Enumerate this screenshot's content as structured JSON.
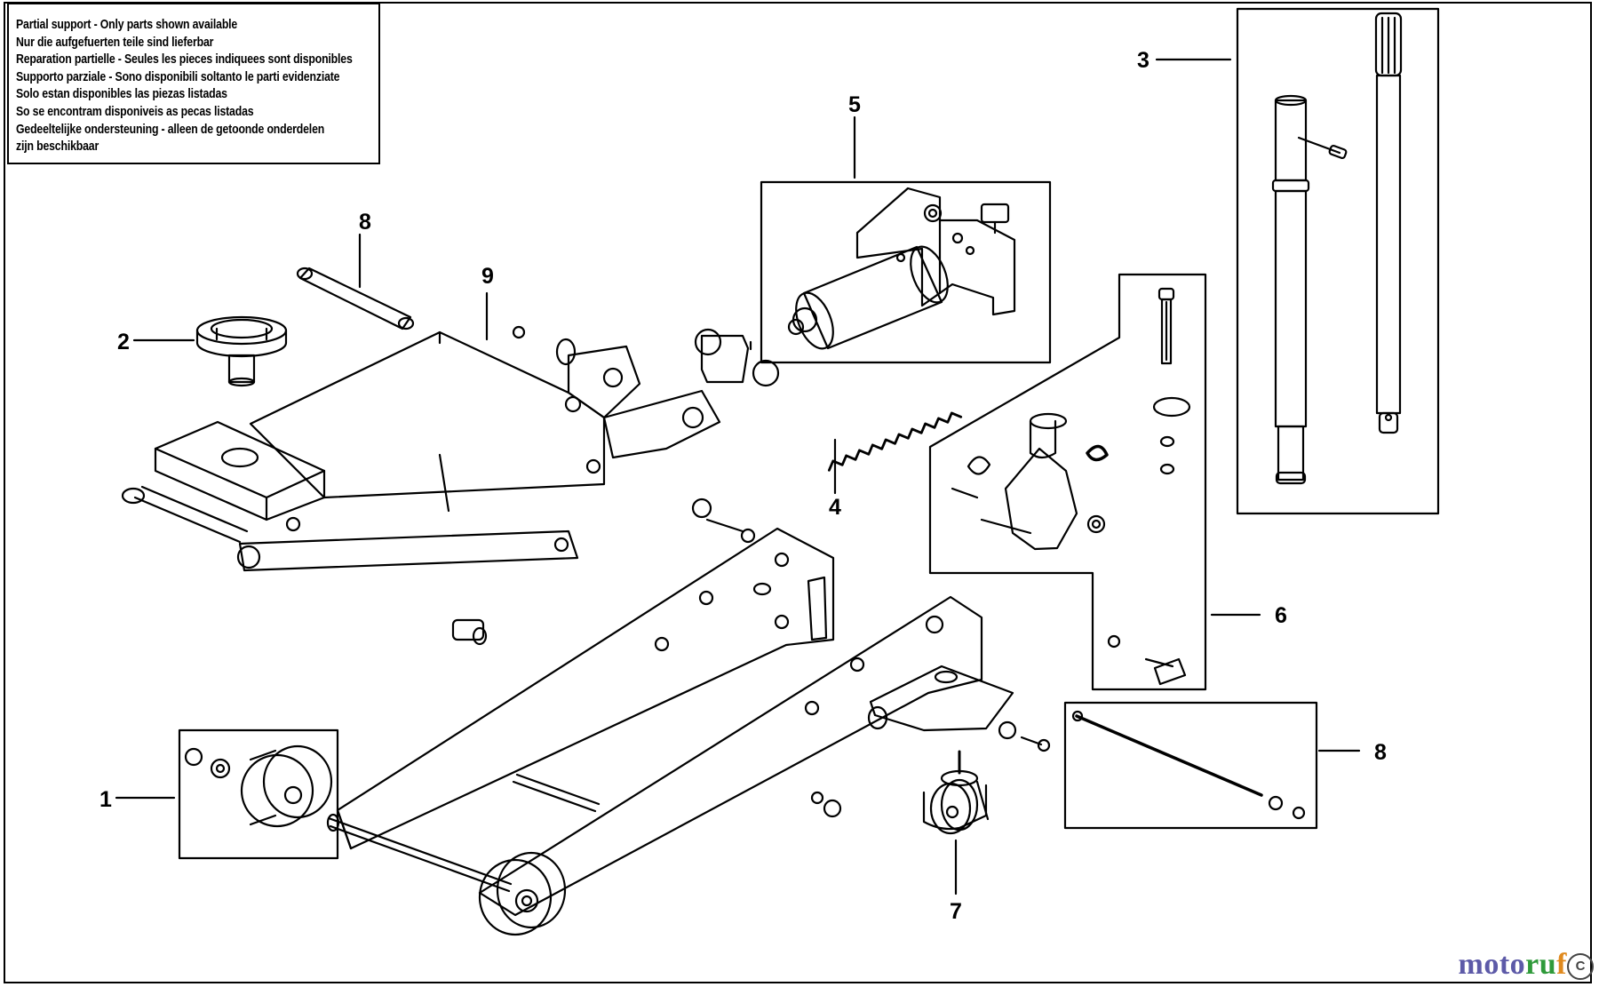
{
  "notice": {
    "lines": [
      "Partial support - Only parts shown available",
      "Nur die aufgefuerten teile sind lieferbar",
      "Reparation partielle - Seules les pieces indiquees sont disponibles",
      "Supporto parziale - Sono disponibili soltanto le parti evidenziate",
      "Solo estan disponibles las piezas listadas",
      "So se encontram disponiveis as pecas listadas",
      "Gedeeltelijke ondersteuning - alleen de getoonde onderdelen",
      "zijn beschikbaar"
    ]
  },
  "callouts": {
    "c1": "1",
    "c2": "2",
    "c3": "3",
    "c4": "4",
    "c5": "5",
    "c6": "6",
    "c7": "7",
    "c8a": "8",
    "c8b": "8",
    "c9": "9"
  },
  "watermark": {
    "part1": "moto",
    "part2": "ru",
    "part3": "f",
    "mark": "C"
  },
  "colors": {
    "line": "#000000",
    "background": "#ffffff"
  }
}
